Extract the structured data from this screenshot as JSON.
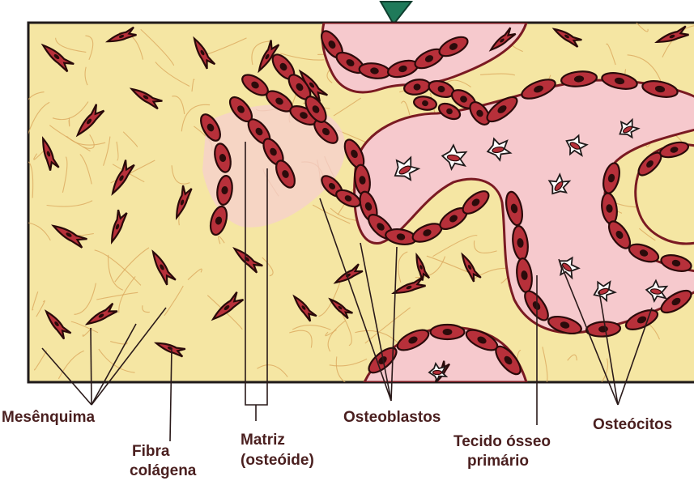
{
  "colors": {
    "tissue_yellow": "#f5e6a3",
    "bone_pink": "#f6c9cd",
    "cell_red": "#b7303a",
    "outline": "#1f1a1a",
    "label_text": "#4a1f1f"
  },
  "labels": {
    "mesenquima": "Mesênquima",
    "fibra_line1": "Fibra",
    "fibra_line2": "colágena",
    "matriz_line1": "Matriz",
    "matriz_line2": "(osteóide)",
    "osteoblastos": "Osteoblastos",
    "tecido_line1": "Tecido ósseo",
    "tecido_line2": "primário",
    "osteocitos": "Osteócitos"
  }
}
